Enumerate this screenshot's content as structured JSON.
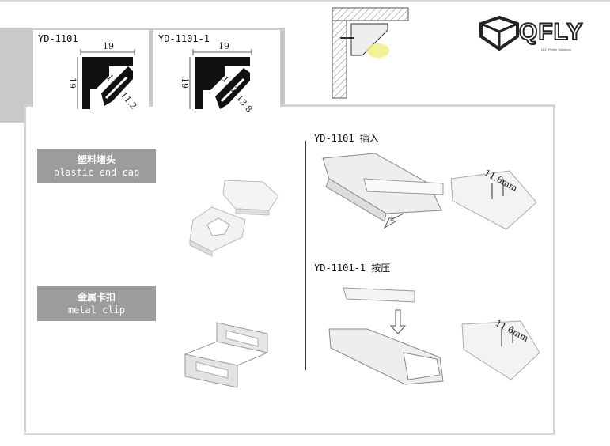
{
  "profiles": [
    {
      "model": "YD-1101",
      "width": "19",
      "height": "19",
      "dim_a": "11.2",
      "dim_b": "11.2"
    },
    {
      "model": "YD-1101-1",
      "width": "19",
      "height": "19",
      "dim_a": "11.2",
      "dim_b": "13.8"
    }
  ],
  "logo": {
    "brand": "QFLY",
    "tagline": "LED Profile Solutions"
  },
  "accessories": [
    {
      "name_cn": "塑料堵头",
      "name_en": "plastic end cap"
    },
    {
      "name_cn": "金属卡扣",
      "name_en": "metal clip"
    }
  ],
  "installation": [
    {
      "title": "YD-1101  插入",
      "measure": "11.6mm"
    },
    {
      "title": "YD-1101-1  按压",
      "measure": "11.6mm"
    }
  ],
  "colors": {
    "panel_border": "#d4d4d4",
    "band": "#c9c9c9",
    "label_bg": "#9c9c9c",
    "light": "#f3ef7a"
  }
}
